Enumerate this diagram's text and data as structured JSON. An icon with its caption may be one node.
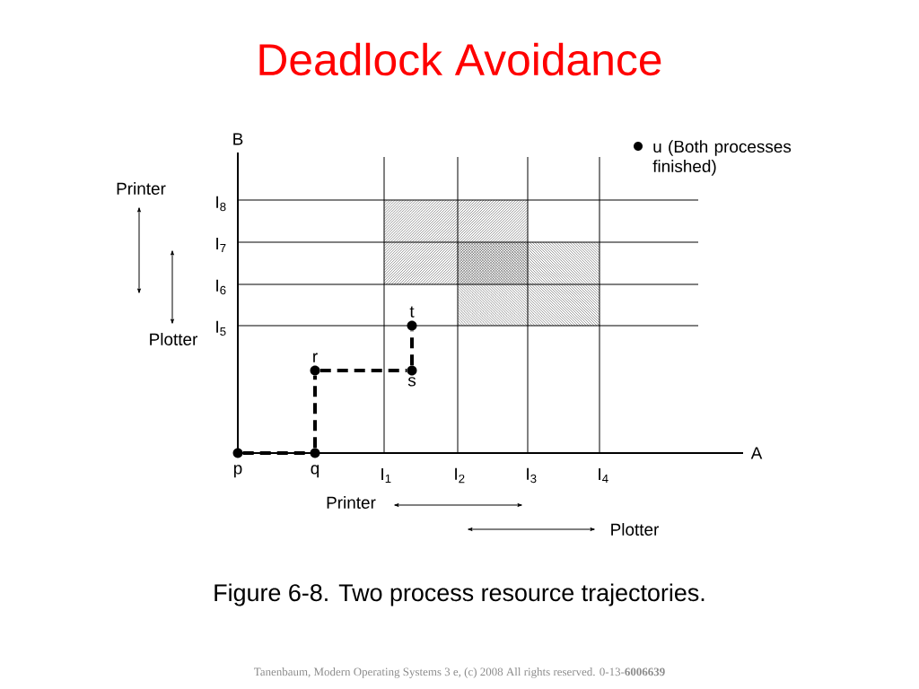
{
  "diagram": {
    "title": "Deadlock Avoidance",
    "caption": "Figure 6-8. Two process resource trajectories.",
    "nodes": [
      {
        "text": [],
        "shape": "circle",
        "beside": [
          "p"
        ]
      },
      {
        "text": [],
        "shape": "circle",
        "beside": [
          "q"
        ]
      },
      {
        "text": [],
        "shape": "circle",
        "beside": [
          "r"
        ]
      },
      {
        "text": [],
        "shape": "circle",
        "beside": [
          "s"
        ]
      },
      {
        "text": [],
        "shape": "circle",
        "beside": [
          "t"
        ]
      }
    ],
    "edges": [
      {
        "from": 0,
        "to": 1,
        "arrow": "none",
        "style": "dashed"
      },
      {
        "from": 1,
        "to": 2,
        "arrow": "none",
        "style": "dashed"
      },
      {
        "from": 2,
        "to": 3,
        "arrow": "none",
        "style": "dashed"
      },
      {
        "from": 3,
        "to": 4,
        "arrow": "none",
        "style": "dashed"
      }
    ],
    "labels": [
      "B",
      "u (Both processes finished)",
      "Printer",
      "I$_{8}$",
      "I$_{7}$",
      "I$_{6}$",
      "I$_{5}$",
      "Plotter",
      "A",
      "I$_{1}$",
      "I$_{2}$",
      "I$_{3}$",
      "I$_{4}$",
      "Printer",
      "Plotter",
      "Tanenbaum, Modern Operating Systems 3 e, (c) 2008 All rights reserved. 0-13-**6006639**"
    ]
  }
}
